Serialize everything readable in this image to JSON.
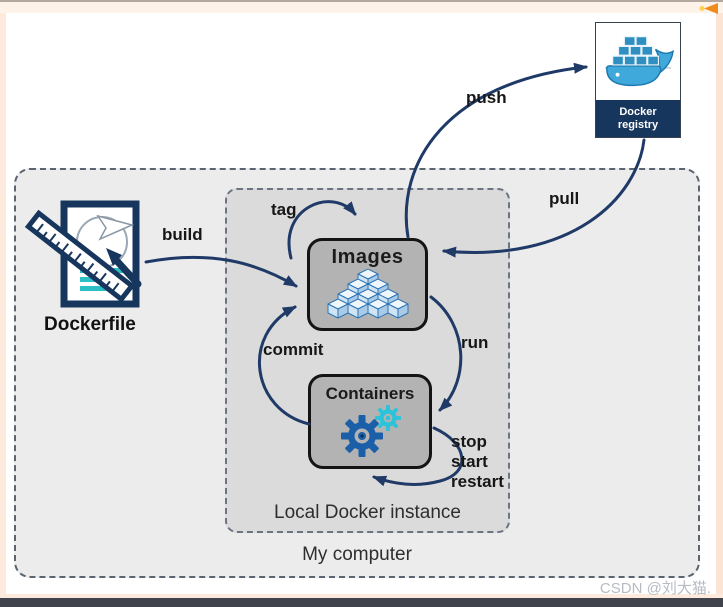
{
  "window": {
    "watermark": "CSDN @刘大猫."
  },
  "diagram": {
    "outer_label": "My computer",
    "inner_label": "Local Docker instance",
    "nodes": {
      "dockerfile": "Dockerfile",
      "images": "Images",
      "containers": "Containers",
      "registry": "Docker registry"
    },
    "arrow_labels": {
      "build": "build",
      "tag": "tag",
      "push": "push",
      "pull": "pull",
      "run": "run",
      "commit": "commit",
      "stop": "stop",
      "start": "start",
      "restart": "restart"
    },
    "colors": {
      "arrow": "#1f3a67",
      "node_fill": "#b3b3b3",
      "registry_band": "#17365d",
      "outer_fill": "#ececec",
      "inner_fill": "#dbdbdb"
    }
  }
}
